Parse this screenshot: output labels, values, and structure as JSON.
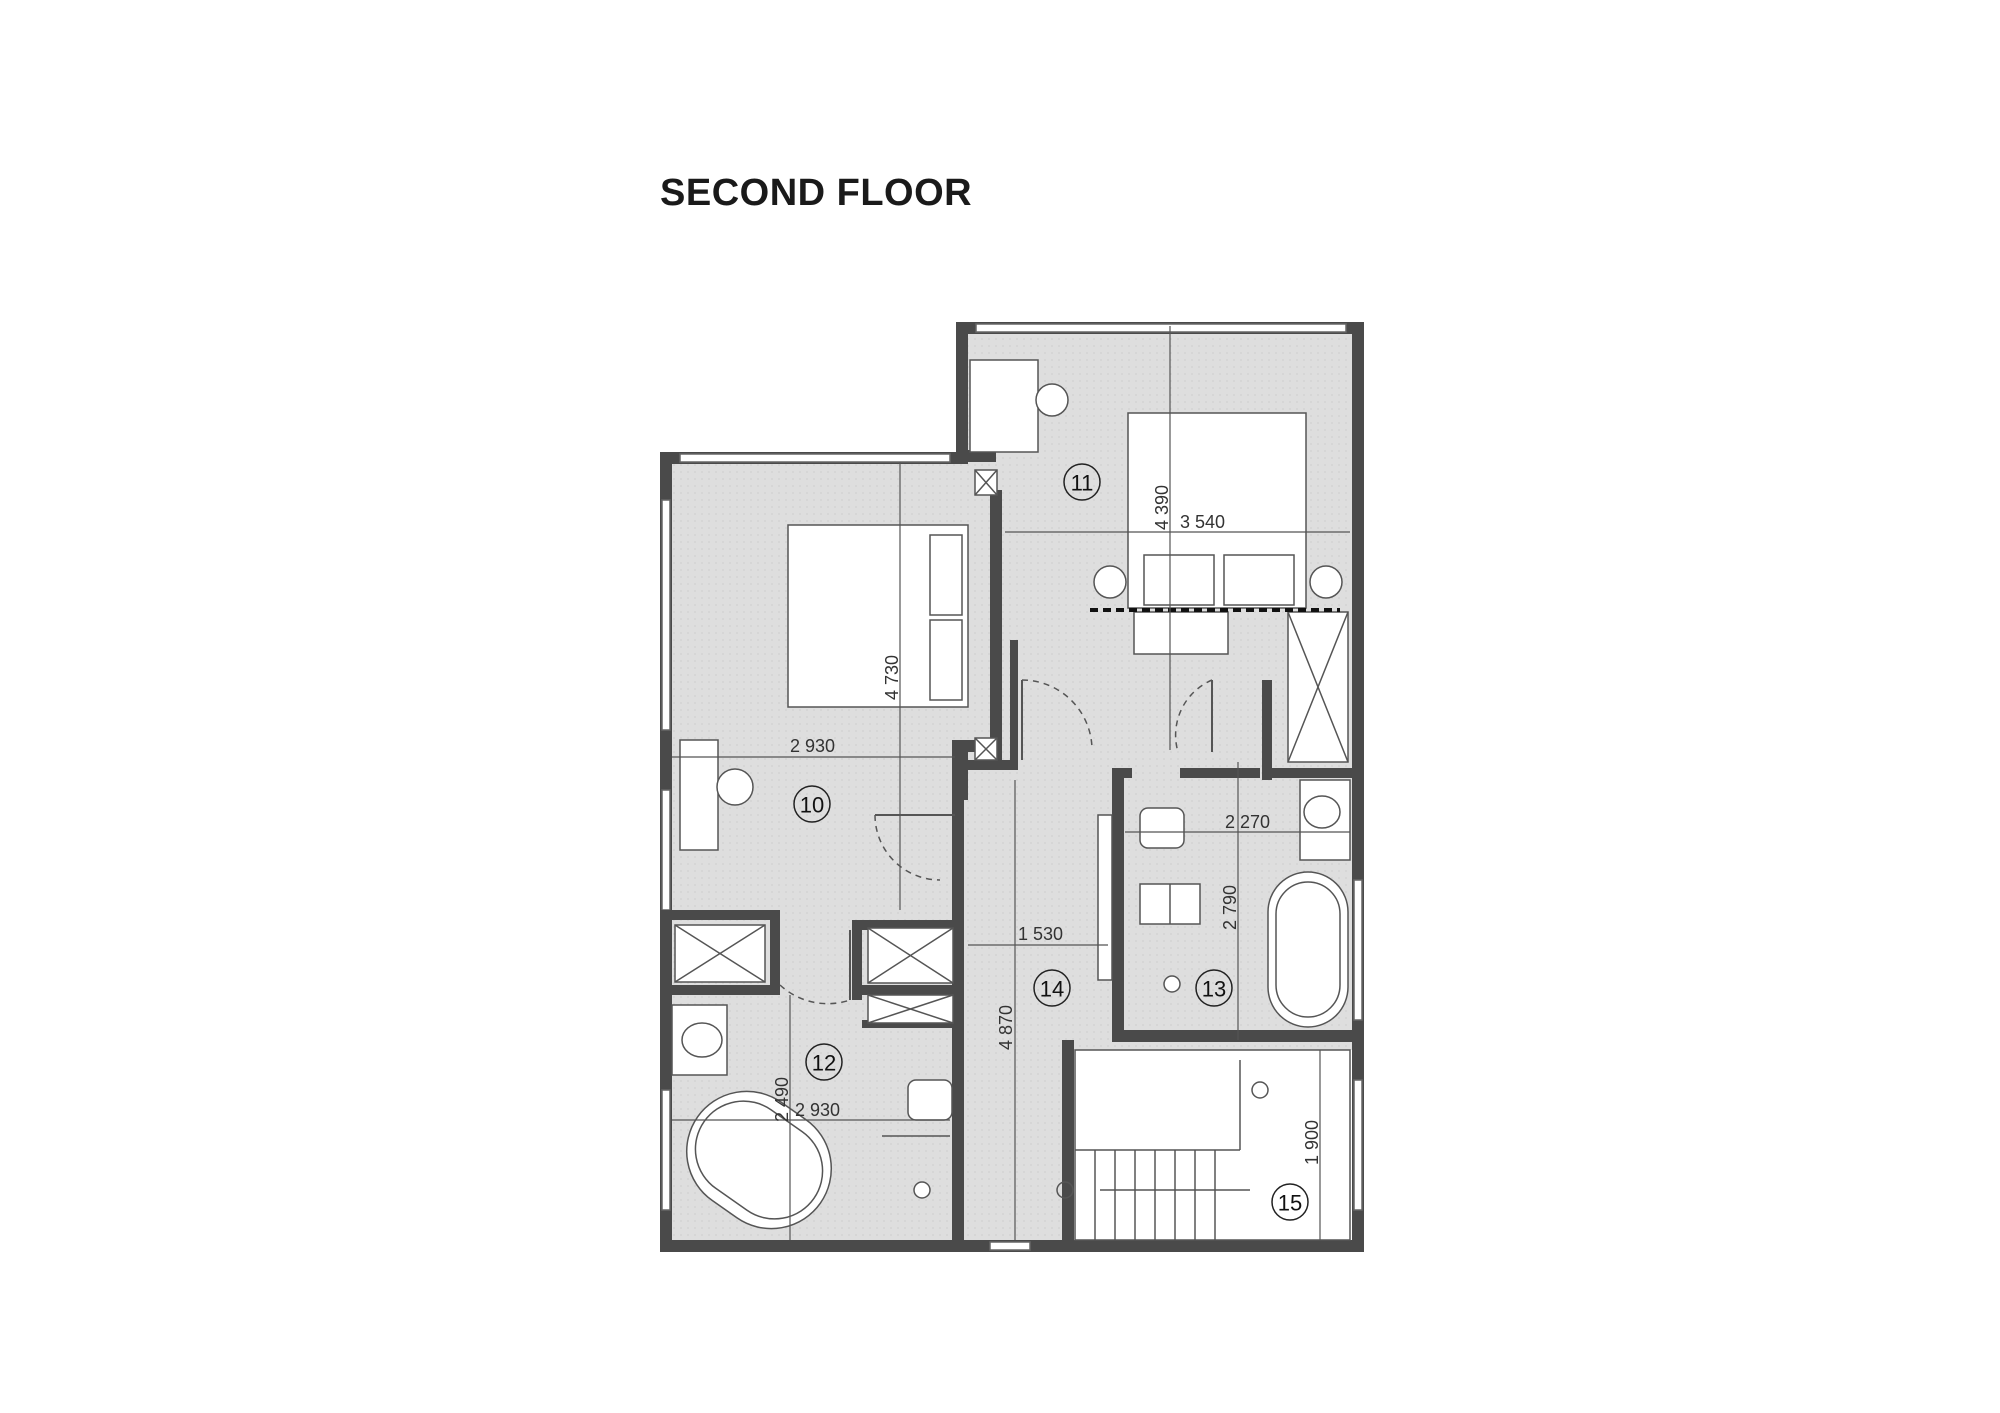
{
  "title": "SECOND FLOOR",
  "colors": {
    "wall": "#4a4a4a",
    "floor": "#dedede",
    "line": "#555555"
  },
  "rooms": [
    {
      "id": "10",
      "label": "10"
    },
    {
      "id": "11",
      "label": "11"
    },
    {
      "id": "12",
      "label": "12"
    },
    {
      "id": "13",
      "label": "13"
    },
    {
      "id": "14",
      "label": "14"
    },
    {
      "id": "15",
      "label": "15"
    }
  ],
  "dimensions": [
    {
      "label": "3 540"
    },
    {
      "label": "4 390"
    },
    {
      "label": "4 730"
    },
    {
      "label": "2 930"
    },
    {
      "label": "2 270"
    },
    {
      "label": "2 790"
    },
    {
      "label": "1 530"
    },
    {
      "label": "4 870"
    },
    {
      "label": "2 490"
    },
    {
      "label": "2 930"
    },
    {
      "label": "1 900"
    }
  ]
}
